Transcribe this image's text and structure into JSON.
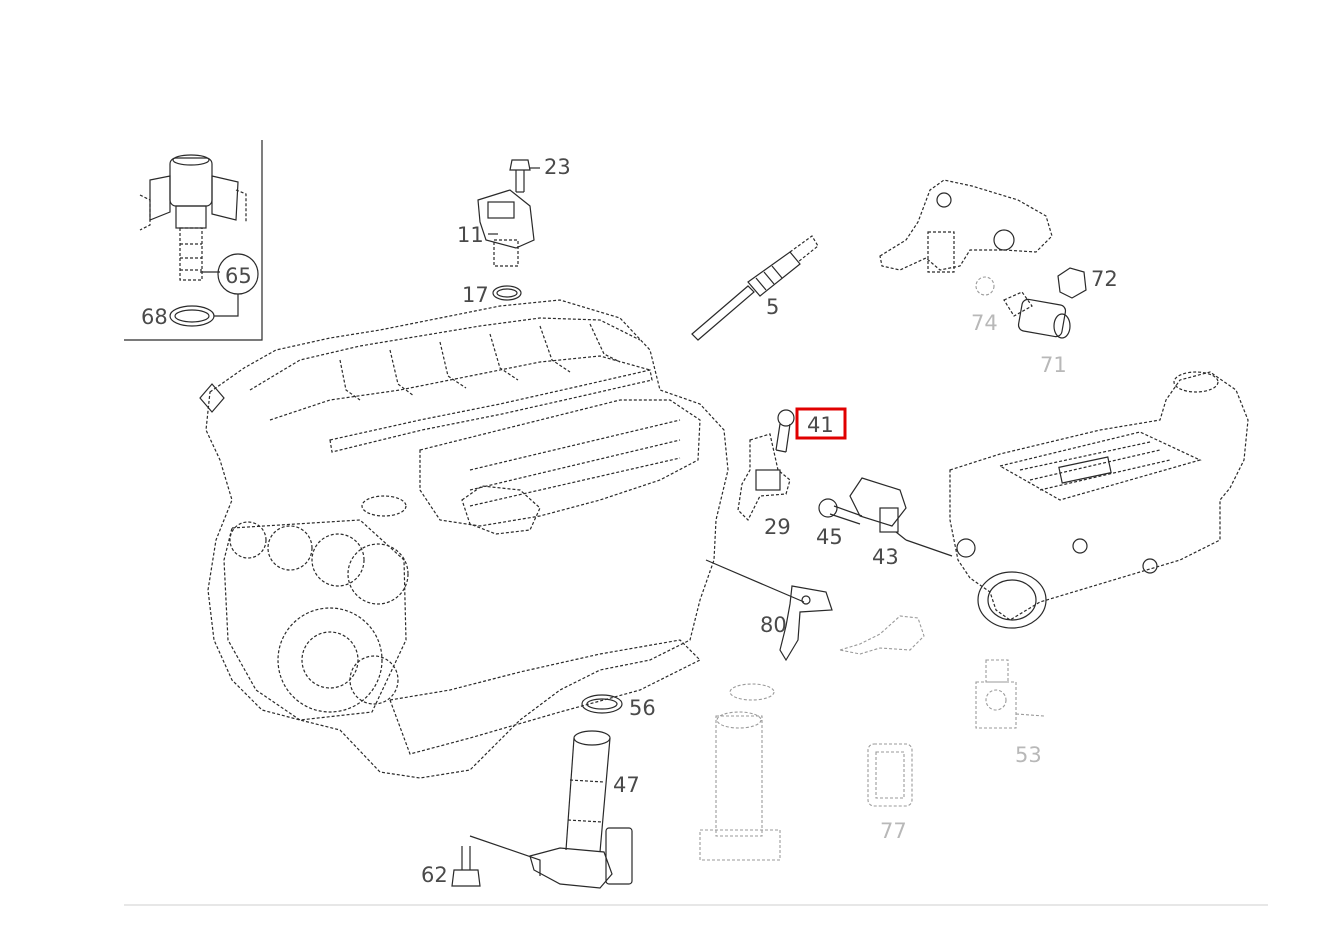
{
  "diagram": {
    "highlighted_part": "41",
    "highlight_color": "#e00000",
    "line_color": "#2a2a2a",
    "label_color": "#4a4a4a",
    "parts": [
      {
        "id": "65",
        "label": "65"
      },
      {
        "id": "68",
        "label": "68"
      },
      {
        "id": "23",
        "label": "23"
      },
      {
        "id": "11",
        "label": "11"
      },
      {
        "id": "17",
        "label": "17"
      },
      {
        "id": "5",
        "label": "5"
      },
      {
        "id": "72",
        "label": "72"
      },
      {
        "id": "74",
        "label": "74"
      },
      {
        "id": "71",
        "label": "71"
      },
      {
        "id": "41",
        "label": "41"
      },
      {
        "id": "29",
        "label": "29"
      },
      {
        "id": "45",
        "label": "45"
      },
      {
        "id": "43",
        "label": "43"
      },
      {
        "id": "80",
        "label": "80"
      },
      {
        "id": "56",
        "label": "56"
      },
      {
        "id": "47",
        "label": "47"
      },
      {
        "id": "62",
        "label": "62"
      },
      {
        "id": "77",
        "label": "77"
      },
      {
        "id": "53",
        "label": "53"
      }
    ]
  }
}
